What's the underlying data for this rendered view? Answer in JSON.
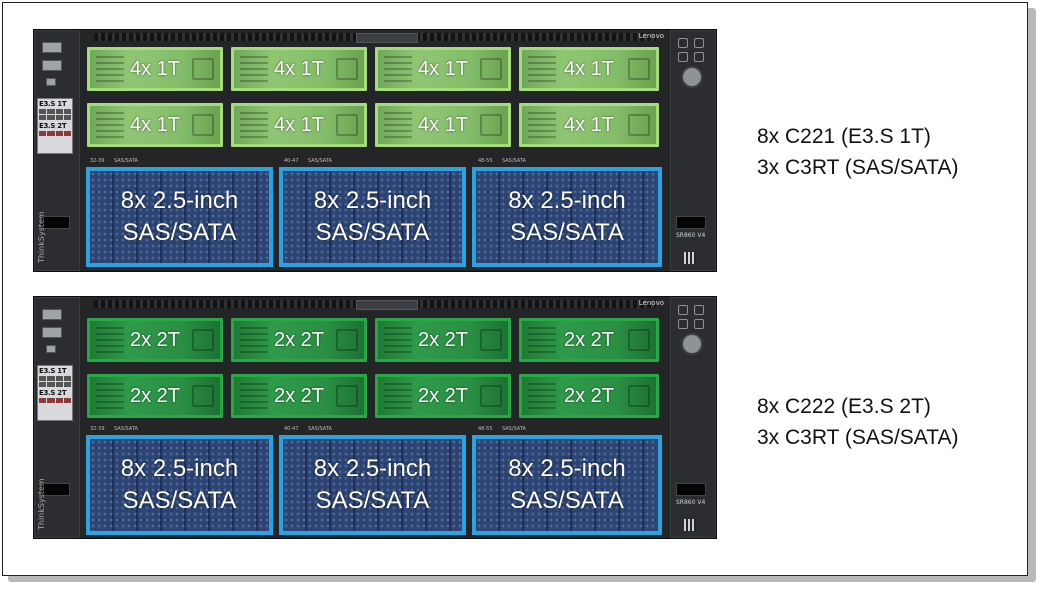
{
  "configurations": [
    {
      "bay_label": "4x 1T",
      "cage_line1": "8x 2.5-inch",
      "cage_line2": "SAS/SATA",
      "description_line1": "8x C221 (E3.S 1T)",
      "description_line2": "3x C3RT (SAS/SATA)",
      "bay_color": "#8fc674",
      "bay_border_color": "#a6dc7a"
    },
    {
      "bay_label": "2x 2T",
      "cage_line1": "8x 2.5-inch",
      "cage_line2": "SAS/SATA",
      "description_line1": "8x C222 (E3.S 2T)",
      "description_line2": "3x C3RT (SAS/SATA)",
      "bay_color": "#2f9a4a",
      "bay_border_color": "#27a846"
    }
  ],
  "chassis": {
    "brand": "Lenovo",
    "vertical_brand": "ThinkSystem",
    "model": "SR860 V4",
    "legend_top": "E3.S 1T",
    "legend_bottom": "E3.S 2T",
    "cage_ranges": [
      "32-39",
      "40-47",
      "48-55"
    ],
    "cage_bus": "SAS/SATA"
  },
  "colors": {
    "cage_border": "#2aa3e0",
    "cage_fill": "#2b4475",
    "chassis": "#232527"
  }
}
